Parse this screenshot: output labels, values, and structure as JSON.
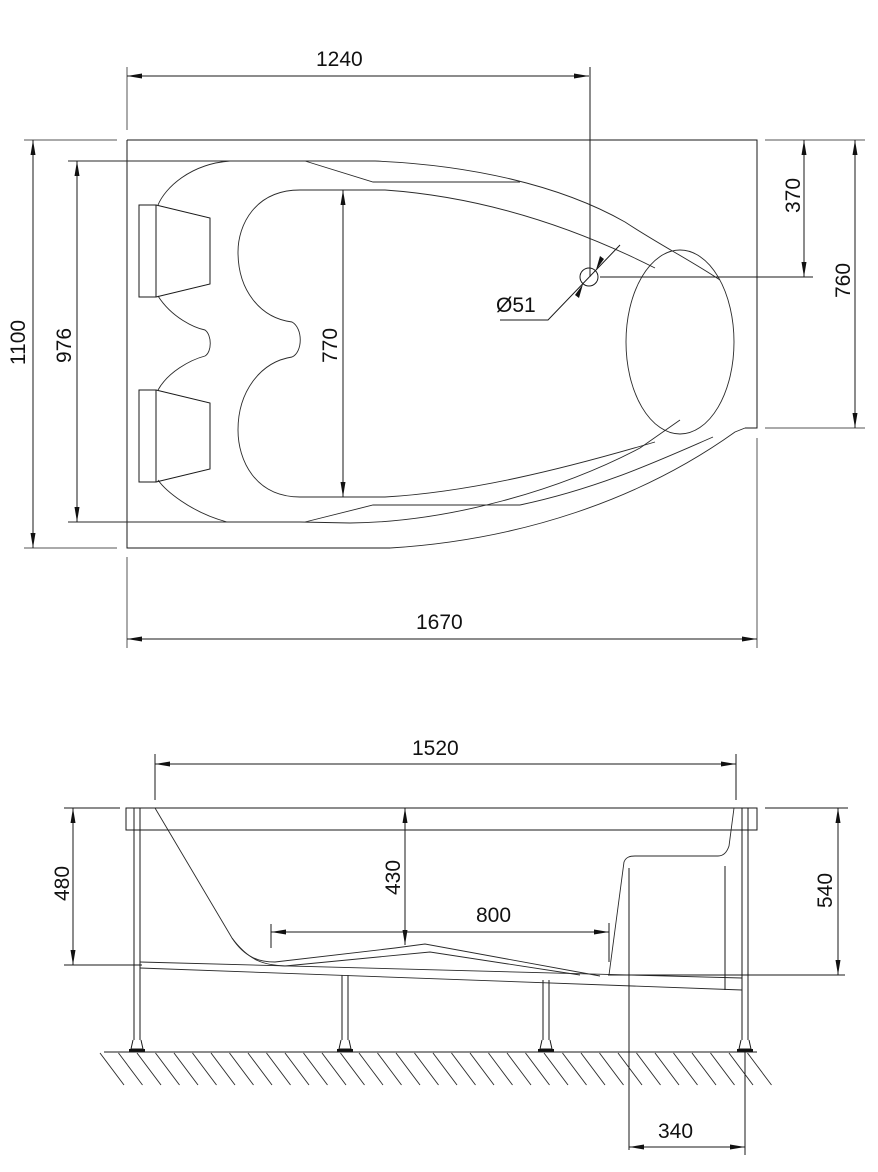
{
  "drawing": {
    "type": "bathtub technical drawing",
    "units": "mm",
    "colors": {
      "line": "#1a1a1a",
      "background": "#ffffff"
    }
  },
  "top_view": {
    "overall_length": "1670",
    "overall_width": "1100",
    "inner_width": "976",
    "basin_width": "770",
    "drain_offset_x": "1240",
    "drain_offset_y": "370",
    "right_side_depth": "760",
    "drain_diameter": "Ø51"
  },
  "side_view": {
    "rim_length": "1520",
    "height_left": "480",
    "height_right": "540",
    "basin_depth": "430",
    "bottom_length": "800",
    "seat_offset": "340"
  }
}
